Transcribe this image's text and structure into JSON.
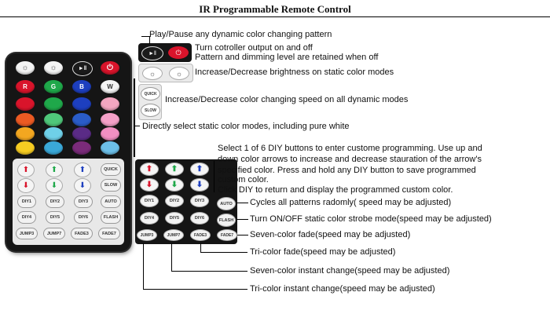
{
  "title": "IR Programmable Remote Control",
  "remote": {
    "color_row_labels": [
      "R",
      "G",
      "B",
      "W"
    ],
    "speed_labels": [
      "QUICK",
      "SLOW"
    ],
    "diy_labels": [
      "DIY1",
      "DIY2",
      "DIY3",
      "DIY4",
      "DIY5",
      "DIY6"
    ],
    "mode_labels": [
      "AUTO",
      "FLASH"
    ],
    "jump_labels": [
      "JUMP3",
      "JUMP7",
      "FADE3",
      "FADE7"
    ],
    "colors": {
      "row2": [
        "#d9142b",
        "#1fa84a",
        "#1d3fbf",
        "#f3a6c0"
      ],
      "row3": [
        "#ec5a23",
        "#4fc77a",
        "#2a5cc8",
        "#f5a0c8"
      ],
      "row4": [
        "#f3a720",
        "#6fd0e8",
        "#5a2b86",
        "#f28fc2"
      ],
      "row5": [
        "#f6cc22",
        "#3aa8d8",
        "#7a2b7a",
        "#6cbfe8"
      ],
      "row6": [
        "#f7e51c",
        "#1f6fb0",
        "#a02a7a",
        "#4aa7e0"
      ]
    }
  },
  "annotations": {
    "play_pause": "Play/Pause any dynamic color changing pattern",
    "power_line1": "Turn cotroller output on and off",
    "power_line2": "Pattern and dimming level are retained when off",
    "brightness": "Increase/Decrease brightness on static color modes",
    "speed": "Increase/Decrease color changing speed on all dynamic modes",
    "static": "Directly select static color modes, including pure white",
    "diy_line1": "Select 1 of 6 DIY buttons to enter custome programming. Use up and",
    "diy_line2": "down color arrows to increase and decrease stauration of the arrow's",
    "diy_line3": "specified color. Press and hold any DIY button to save programmed",
    "diy_line4": "custom color.",
    "diy_line5": "Click DIY to return and display the programmed custom color.",
    "auto": "Cycles all patterns radomly( speed may be adjusted)",
    "flash": "Turn ON/OFF static color strobe mode(speed may be adjusted)",
    "fade7": "Seven-color fade(speed may be adjusted)",
    "fade3": "Tri-color fade(speed may be adjusted)",
    "jump7": "Seven-color instant change(speed may be adjusted)",
    "jump3": "Tri-color instant change(speed may be adjusted)"
  }
}
